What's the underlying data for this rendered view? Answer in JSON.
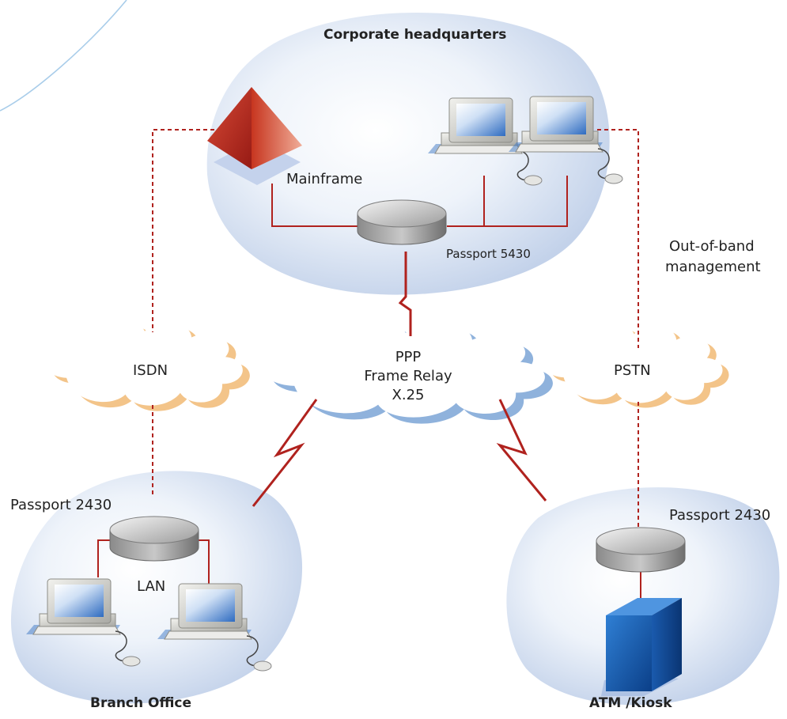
{
  "sites": {
    "headquarters": {
      "title": "Corporate headquarters",
      "mainframe_label": "Mainframe",
      "router_label": "Passport 5430"
    },
    "branch": {
      "title": "Branch Office",
      "router_label": "Passport 2430",
      "lan_label": "LAN"
    },
    "kiosk": {
      "title": "ATM /Kiosk",
      "router_label": "Passport 2430"
    }
  },
  "networks": {
    "isdn": "ISDN",
    "pstn": "PSTN",
    "wan_lines": [
      "PPP",
      "Frame Relay",
      "X.25"
    ]
  },
  "annotation": {
    "line1": "Out-of-band",
    "line2": "management"
  },
  "colors": {
    "link_red": "#b0221e",
    "bubble_blue": "#cbd8ec",
    "cloud_orange": "#f3c489",
    "cloud_blue": "#8fb2dc",
    "mainframe_red": "#c2301f",
    "kiosk_blue": "#1f63b6"
  }
}
